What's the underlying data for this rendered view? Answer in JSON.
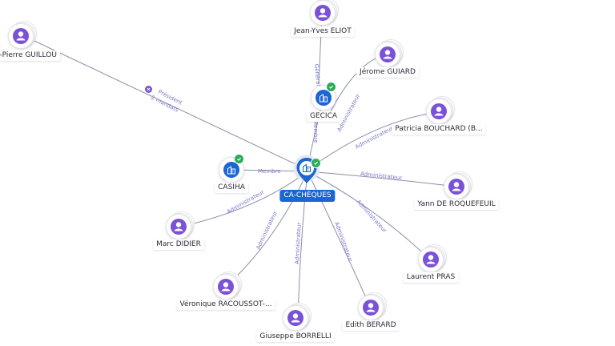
{
  "center": {
    "name": "CA-CHÈQUES",
    "color": "#1a66d4"
  },
  "nodes": [
    {
      "id": "jean-pierre",
      "name": "...n-Pierre GUILLOU",
      "kind": "person"
    },
    {
      "id": "jean-yves",
      "name": "Jean-Yves ELIOT",
      "kind": "person"
    },
    {
      "id": "jerome",
      "name": "Jérome GUIARD",
      "kind": "person"
    },
    {
      "id": "gecica",
      "name": "GECICA",
      "kind": "company",
      "verified": true
    },
    {
      "id": "patricia",
      "name": "Patricia BOUCHARD (B...",
      "kind": "person"
    },
    {
      "id": "casiha",
      "name": "CASIHA",
      "kind": "company",
      "verified": true
    },
    {
      "id": "yann",
      "name": "Yann DE ROQUEFEUIL",
      "kind": "person"
    },
    {
      "id": "marc",
      "name": "Marc DIDIER",
      "kind": "person"
    },
    {
      "id": "laurent",
      "name": "Laurent PRAS",
      "kind": "person"
    },
    {
      "id": "veronique",
      "name": "Véronique RACOUSSOT-...",
      "kind": "person"
    },
    {
      "id": "edith",
      "name": "Edith BERARD",
      "kind": "person"
    },
    {
      "id": "giuseppe",
      "name": "Giuseppe BORRELLI",
      "kind": "person"
    }
  ],
  "edge_labels": {
    "president": "Président",
    "mandats": "2 mandats",
    "general": "Général",
    "membre_gecica": "Membre",
    "membre_casiha": "Membre",
    "admin_jerome": "Administrateur",
    "admin_patricia": "Administrateur",
    "admin_yann": "Administrateur",
    "admin_marc": "Administrateur",
    "admin_laurent": "Administrateur",
    "admin_veronique": "Administrateur",
    "admin_giuseppe": "Administrateur",
    "admin_edith": "Administrateur"
  },
  "colors": {
    "person_icon": "#7a52d8",
    "company_icon": "#1a66d4",
    "verified": "#2eab5a",
    "edge": "#8b8fa8",
    "edge_label": "#7b76c9"
  }
}
